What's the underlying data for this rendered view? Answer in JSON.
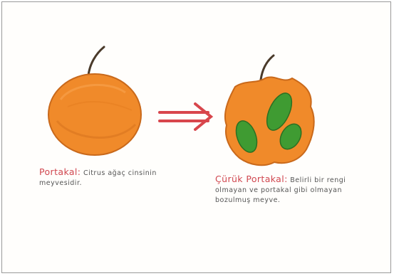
{
  "drawing": {
    "fresh": {
      "term": "Portakal:",
      "definition": "Citrus ağaç cinsinin meyvesidir."
    },
    "rotten": {
      "term": "Çürük Portakal:",
      "definition": "Belirli bir rengi olmayan ve portakal gibi olmayan bozulmuş meyve."
    },
    "colors": {
      "orange": "#f08a2a",
      "mold": "#3f9b32",
      "arrow": "#d8464c",
      "term_text": "#d0474f",
      "stem": "#4a3a2a"
    }
  }
}
